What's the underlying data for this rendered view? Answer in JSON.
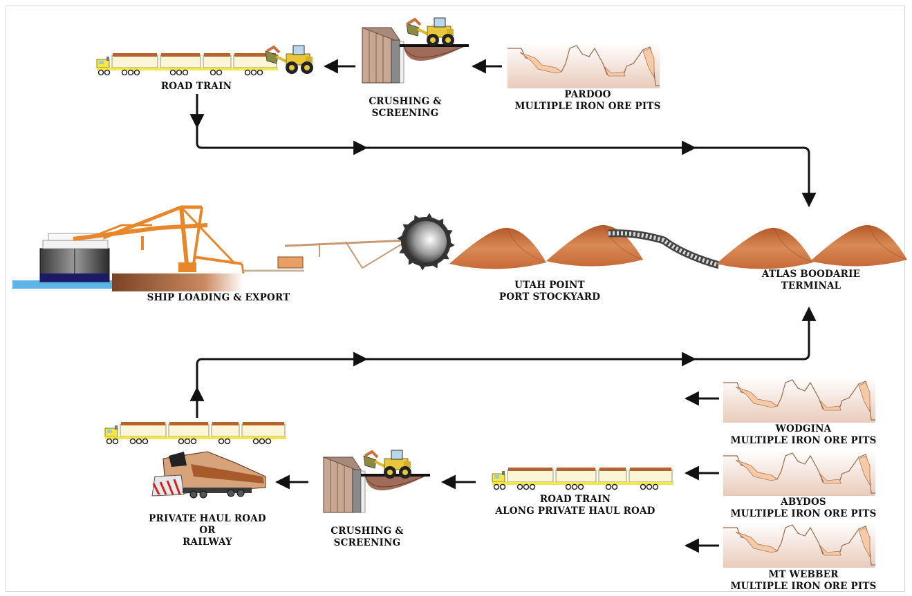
{
  "labels": {
    "road_train_top": [
      "ROAD TRAIN"
    ],
    "crushing_top": [
      "CRUSHING &",
      "SCREENING"
    ],
    "pardoo": [
      "PARDOO",
      "MULTIPLE IRON ORE PITS"
    ],
    "ship_loading": [
      "SHIP LOADING & EXPORT"
    ],
    "utah_point": [
      "UTAH POINT",
      "PORT STOCKYARD"
    ],
    "atlas": [
      "ATLAS BOODARIE",
      "TERMINAL"
    ],
    "wodgina": [
      "WODGINA",
      "MULTIPLE IRON ORE PITS"
    ],
    "abydos": [
      "ABYDOS",
      "MULTIPLE IRON ORE PITS"
    ],
    "mt_webber": [
      "MT WEBBER",
      "MULTIPLE IRON ORE PITS"
    ],
    "road_train_haul": [
      "ROAD TRAIN",
      "ALONG PRIVATE HAUL ROAD"
    ],
    "crushing_bottom": [
      "CRUSHING &",
      "SCREENING"
    ],
    "private_haul": [
      "PRIVATE HAUL ROAD",
      "OR",
      "RAILWAY"
    ]
  },
  "colors": {
    "ore": "#c8703e",
    "ore_dark": "#a8552a",
    "pit": "#f1dccd",
    "pit_edge": "#c08a63",
    "truck_yellow": "#f3e64a",
    "crane_orange": "#ef8f2a",
    "water": "#5db4e6",
    "flow": "#111111"
  },
  "icons": {
    "truck": "road-train-icon",
    "loader": "wheel-loader-icon",
    "crusher": "crusher-plant-icon",
    "pit": "open-pit-icon",
    "stockpile": "ore-stockpile-icon",
    "ship": "bulk-ship-icon",
    "shiploader": "ship-loader-icon",
    "reclaimer": "bucket-wheel-reclaimer-icon",
    "locomotive": "locomotive-icon",
    "conveyor": "conveyor-icon"
  }
}
